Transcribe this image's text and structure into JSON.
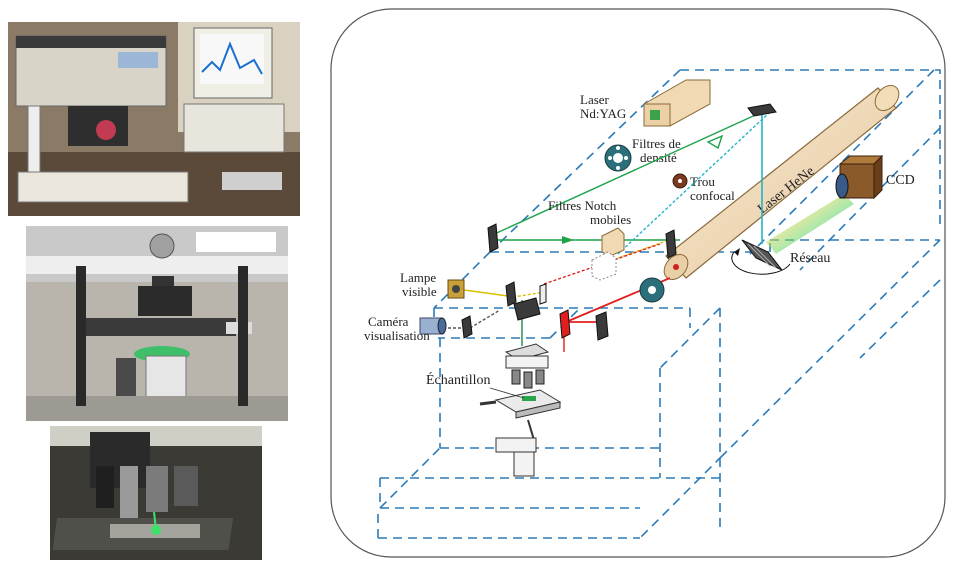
{
  "diagram": {
    "labels": {
      "laser_ndyag_line1": "Laser",
      "laser_ndyag_line2": "Nd:YAG",
      "filtres_densite_line1": "Filtres de",
      "filtres_densite_line2": "densité",
      "trou_confocal_line1": "Trou",
      "trou_confocal_line2": "confocal",
      "laser_hene": "Laser HeNe",
      "ccd": "CCD",
      "filtres_notch_line1": "Filtres Notch",
      "filtres_notch_line2": "mobiles",
      "reseau": "Réseau",
      "lampe_line1": "Lampe",
      "lampe_line2": "visible",
      "camera_line1": "Caméra",
      "camera_line2": "visualisation",
      "echantillon": "Échantillon"
    },
    "colors": {
      "frame": "#2b7bb9",
      "beam_green": "#1fa34a",
      "beam_red": "#e02020",
      "beam_cyan": "#22b5c8",
      "beam_yellow": "#d8c000",
      "hene_tube": "#f3dcb8"
    }
  },
  "photos": [
    {
      "name": "spectrometer-setup-photo"
    },
    {
      "name": "microscope-photo"
    },
    {
      "name": "objective-closeup-photo"
    }
  ]
}
